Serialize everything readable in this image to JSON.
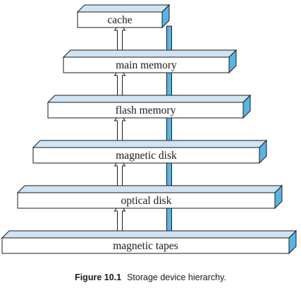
{
  "levels": [
    {
      "label": "cache"
    },
    {
      "label": "main memory"
    },
    {
      "label": "flash memory"
    },
    {
      "label": "magnetic disk"
    },
    {
      "label": "optical disk"
    },
    {
      "label": "magnetic tapes"
    }
  ],
  "caption": {
    "figure_number": "Figure 10.1",
    "text": "Storage device hierarchy."
  },
  "colors": {
    "top_face": "#cfe3f3",
    "side_face": "#59b4e6",
    "front_face": "#ffffff",
    "outline": "#1a1a1a",
    "down_arrow": "#59b4e6",
    "up_arrow": "#ffffff"
  }
}
